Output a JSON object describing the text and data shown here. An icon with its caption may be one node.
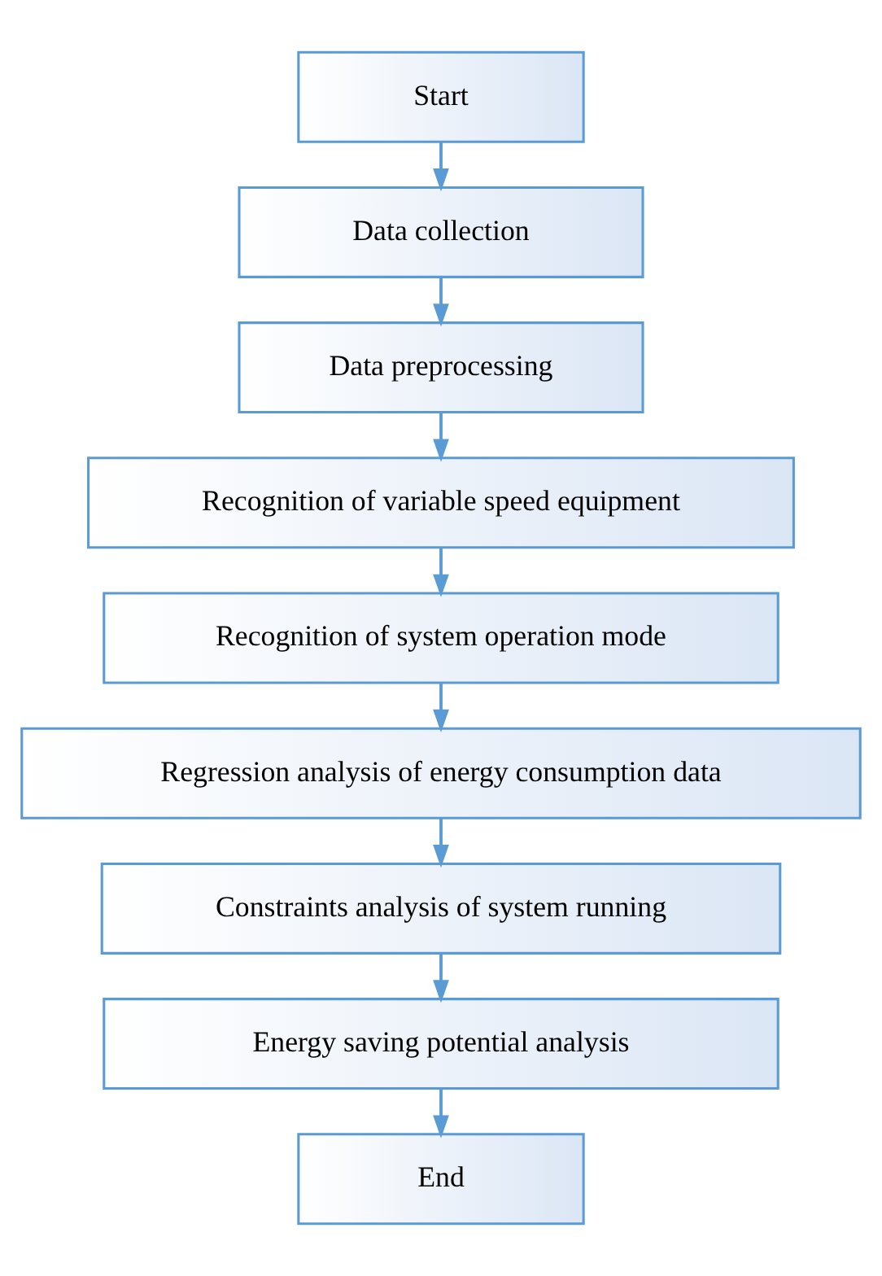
{
  "diagram": {
    "nodes": [
      {
        "text": [
          "Start"
        ]
      },
      {
        "text": [
          "Data collection"
        ]
      },
      {
        "text": [
          "Data preprocessing"
        ]
      },
      {
        "text": [
          "Recognition of variable speed equipment"
        ]
      },
      {
        "text": [
          "Recognition of system operation mode"
        ]
      },
      {
        "text": [
          "Regression analysis of energy consumption data"
        ]
      },
      {
        "text": [
          "Constraints analysis of system running"
        ]
      },
      {
        "text": [
          "Energy saving potential analysis"
        ]
      },
      {
        "text": [
          "End"
        ]
      }
    ],
    "edges": [
      {
        "from": 0,
        "to": 1,
        "arrow": "to"
      },
      {
        "from": 1,
        "to": 2,
        "arrow": "to"
      },
      {
        "from": 2,
        "to": 3,
        "arrow": "to"
      },
      {
        "from": 3,
        "to": 4,
        "arrow": "to"
      },
      {
        "from": 4,
        "to": 5,
        "arrow": "to"
      },
      {
        "from": 5,
        "to": 6,
        "arrow": "to"
      },
      {
        "from": 6,
        "to": 7,
        "arrow": "to"
      },
      {
        "from": 7,
        "to": 8,
        "arrow": "to"
      }
    ]
  }
}
